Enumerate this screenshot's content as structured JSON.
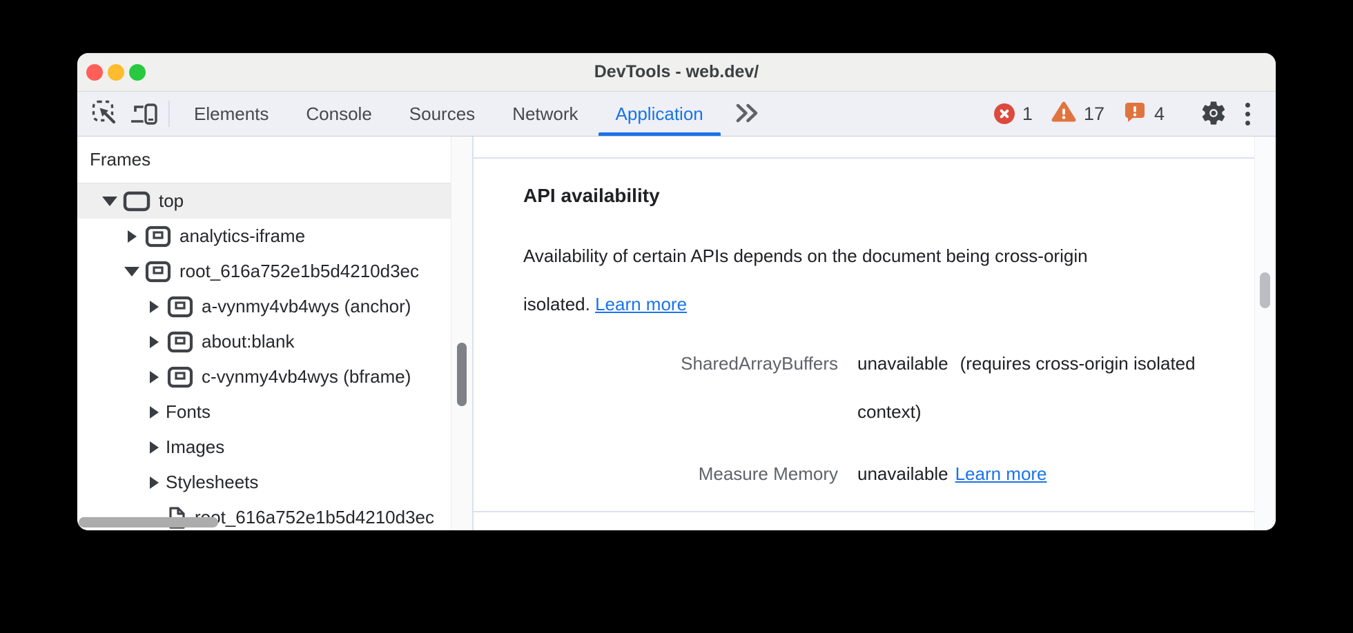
{
  "window": {
    "title": "DevTools - web.dev/"
  },
  "toolbar": {
    "tabs": [
      "Elements",
      "Console",
      "Sources",
      "Network",
      "Application"
    ],
    "active_tab": "Application",
    "badges": {
      "errors": "1",
      "warnings": "17",
      "issues": "4"
    }
  },
  "icons": {
    "titlebar": [
      "close",
      "minimize",
      "zoom"
    ],
    "toolbar_left": [
      "inspect-cursor",
      "device-toolbar"
    ],
    "more_tabs": "double-chevron-right",
    "status": [
      "error-circle",
      "warning-triangle",
      "issues-bubble"
    ],
    "toolbar_right": [
      "settings-gear",
      "more-options-kebab"
    ],
    "tree": [
      "frame",
      "iframe",
      "document",
      "disclosure-triangle"
    ]
  },
  "sidebar": {
    "header": "Frames",
    "tree": [
      {
        "label": "top",
        "depth": 0,
        "arrow": "expanded",
        "icon": "frame",
        "selected": true
      },
      {
        "label": "analytics-iframe",
        "depth": 1,
        "arrow": "collapsed",
        "icon": "iframe",
        "selected": false
      },
      {
        "label": "root_616a752e1b5d4210d3ec",
        "depth": 1,
        "arrow": "expanded",
        "icon": "iframe",
        "selected": false
      },
      {
        "label": "a-vynmy4vb4wys (anchor)",
        "depth": 2,
        "arrow": "collapsed",
        "icon": "iframe",
        "selected": false
      },
      {
        "label": "about:blank",
        "depth": 2,
        "arrow": "collapsed",
        "icon": "iframe",
        "selected": false
      },
      {
        "label": "c-vynmy4vb4wys (bframe)",
        "depth": 2,
        "arrow": "collapsed",
        "icon": "iframe",
        "selected": false
      },
      {
        "label": "Fonts",
        "depth": 2,
        "arrow": "collapsed",
        "icon": "none",
        "selected": false
      },
      {
        "label": "Images",
        "depth": 2,
        "arrow": "collapsed",
        "icon": "none",
        "selected": false
      },
      {
        "label": "Stylesheets",
        "depth": 2,
        "arrow": "collapsed",
        "icon": "none",
        "selected": false
      },
      {
        "label": "root_616a752e1b5d4210d3ec",
        "depth": 3,
        "arrow": "none",
        "icon": "document",
        "selected": false
      }
    ]
  },
  "main": {
    "section": {
      "heading": "API availability",
      "description_lines": [
        "Availability of certain APIs depends on the document being cross-origin",
        "isolated."
      ],
      "description_link": "Learn more",
      "fields": [
        {
          "name": "SharedArrayBuffers",
          "value": "unavailable",
          "note": "(requires cross-origin isolated context)",
          "link": ""
        },
        {
          "name": "Measure Memory",
          "value": "unavailable",
          "note": "",
          "link": "Learn more"
        }
      ]
    }
  },
  "colors": {
    "accent": "#1a73e8",
    "link": "#1a73e8",
    "error": "#dc4a3d",
    "warning": "#e0743f",
    "selected_row": "#efefef"
  }
}
